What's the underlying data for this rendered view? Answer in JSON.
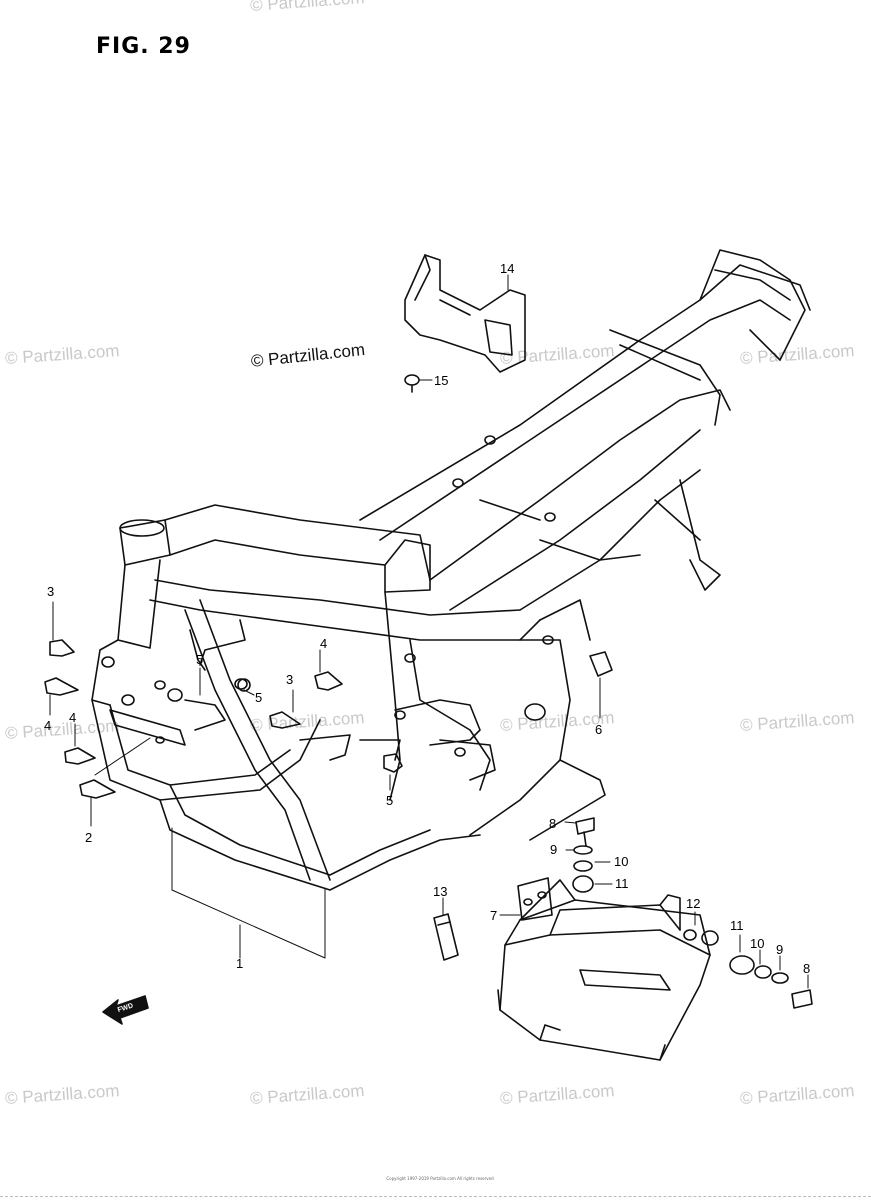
{
  "figure": {
    "title": "FIG. 29",
    "copyright": "© Partzilla.com",
    "footer_note": "Copyright 1997-2019 Partzilla.com All rights reserved"
  },
  "watermarks": [
    {
      "text": "© Partzilla.com"
    },
    {
      "text": "© Partzilla.com"
    },
    {
      "text": "© Partzilla.com"
    },
    {
      "text": "© Partzilla.com"
    },
    {
      "text": "© Partzilla.com"
    },
    {
      "text": "© Partzilla.com"
    },
    {
      "text": "© Partzilla.com"
    },
    {
      "text": "© Partzilla.com"
    },
    {
      "text": "© Partzilla.com"
    },
    {
      "text": "© Partzilla.com"
    },
    {
      "text": "© Partzilla.com"
    },
    {
      "text": "© Partzilla.com"
    }
  ],
  "callouts": [
    {
      "id": "c1",
      "label": "1"
    },
    {
      "id": "c2",
      "label": "2"
    },
    {
      "id": "c3a",
      "label": "3"
    },
    {
      "id": "c3b",
      "label": "3"
    },
    {
      "id": "c4a",
      "label": "4"
    },
    {
      "id": "c4b",
      "label": "4"
    },
    {
      "id": "c4c",
      "label": "4"
    },
    {
      "id": "c5a",
      "label": "5"
    },
    {
      "id": "c5b",
      "label": "5"
    },
    {
      "id": "c5c",
      "label": "5"
    },
    {
      "id": "c6",
      "label": "6"
    },
    {
      "id": "c7",
      "label": "7"
    },
    {
      "id": "c8a",
      "label": "8"
    },
    {
      "id": "c8b",
      "label": "8"
    },
    {
      "id": "c9a",
      "label": "9"
    },
    {
      "id": "c9b",
      "label": "9"
    },
    {
      "id": "c10a",
      "label": "10"
    },
    {
      "id": "c10b",
      "label": "10"
    },
    {
      "id": "c11a",
      "label": "11"
    },
    {
      "id": "c11b",
      "label": "11"
    },
    {
      "id": "c12",
      "label": "12"
    },
    {
      "id": "c13",
      "label": "13"
    },
    {
      "id": "c14",
      "label": "14"
    },
    {
      "id": "c15",
      "label": "15"
    }
  ],
  "fwd_arrow": {
    "text": "FWD"
  },
  "colors": {
    "ink": "#111111",
    "watermark": "#c9c9c9",
    "background": "#ffffff"
  }
}
